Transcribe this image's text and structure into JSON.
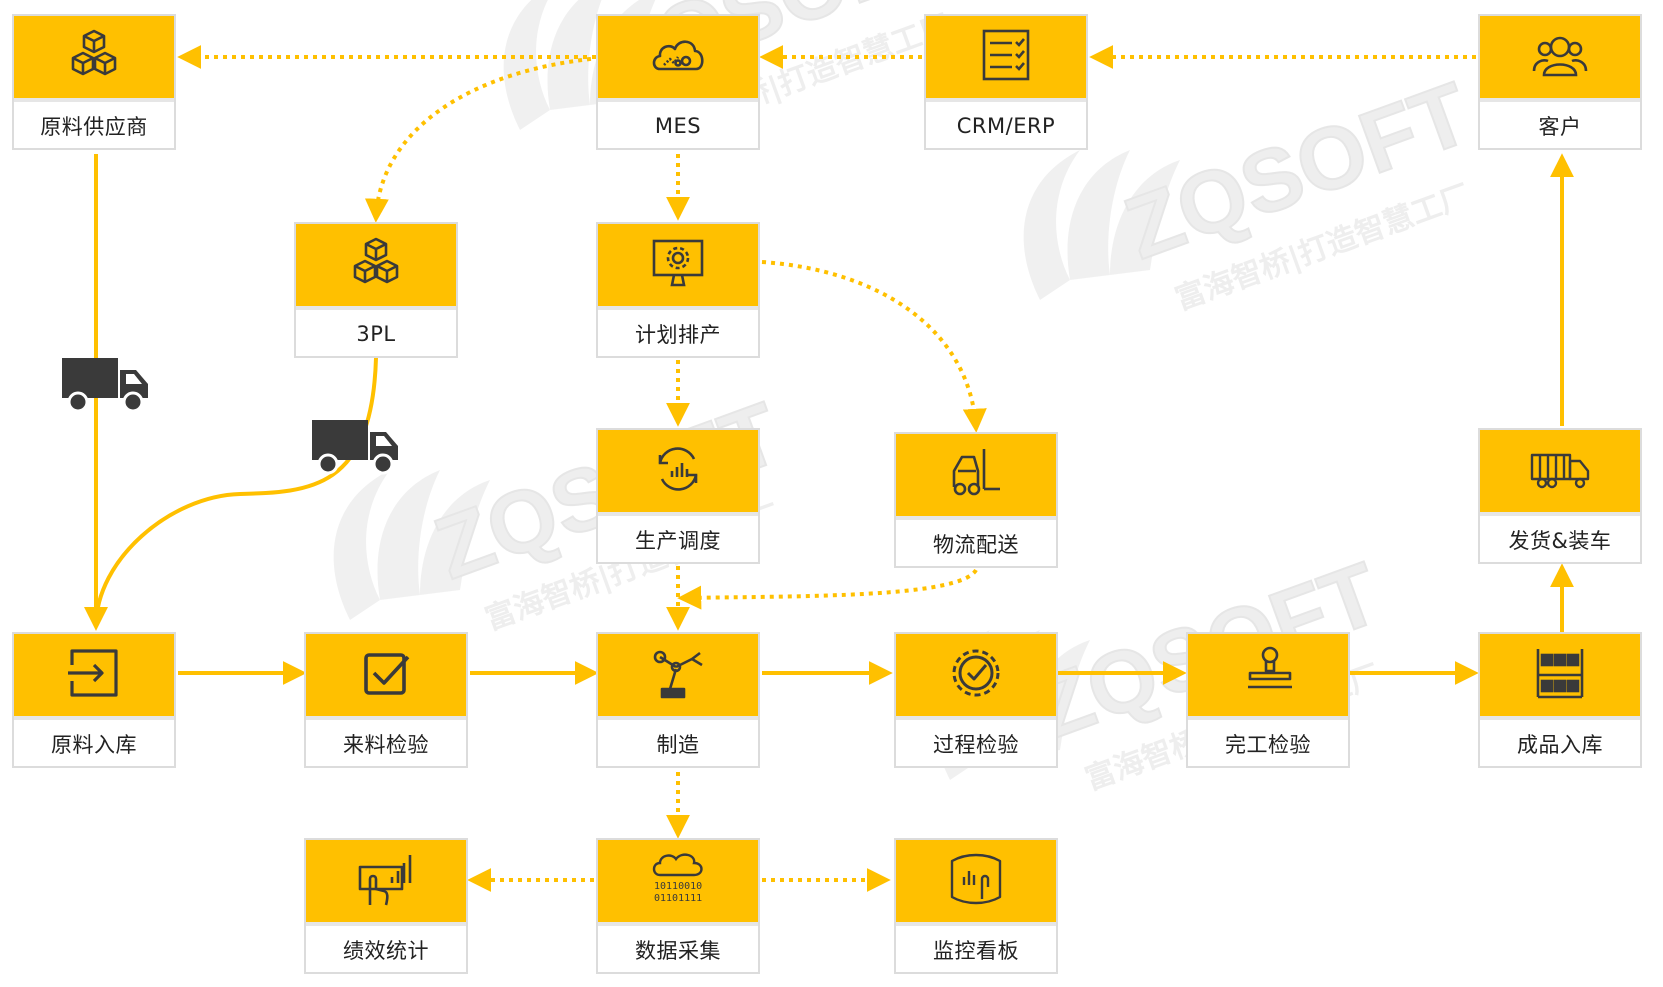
{
  "colors": {
    "accent": "#ffc000",
    "icon": "#3a3a3a",
    "connector": "#ffc000",
    "label_text": "#222222",
    "watermark": "#ececec"
  },
  "watermark": {
    "brand": "ZQSOFT",
    "slogan": "富海智桥|打造智慧工厂"
  },
  "nodes": {
    "supplier": {
      "label": "原料供应商",
      "icon": "cubes-icon"
    },
    "mes": {
      "label": "MES",
      "icon": "cloud-gears-icon"
    },
    "crm_erp": {
      "label": "CRM/ERP",
      "icon": "checklist-icon"
    },
    "customer": {
      "label": "客户",
      "icon": "users-icon"
    },
    "tpl": {
      "label": "3PL",
      "icon": "cubes-icon"
    },
    "planning": {
      "label": "计划排产",
      "icon": "monitor-gear-icon"
    },
    "dispatch": {
      "label": "生产调度",
      "icon": "cycle-chart-icon"
    },
    "logistics": {
      "label": "物流配送",
      "icon": "forklift-icon"
    },
    "shipping": {
      "label": "发货&装车",
      "icon": "truck-icon"
    },
    "raw_in": {
      "label": "原料入库",
      "icon": "sign-in-icon"
    },
    "incoming_qc": {
      "label": "来料检验",
      "icon": "checkbox-icon"
    },
    "manufacture": {
      "label": "制造",
      "icon": "robot-arm-icon"
    },
    "process_qc": {
      "label": "过程检验",
      "icon": "badge-check-icon"
    },
    "final_qc": {
      "label": "完工检验",
      "icon": "stamp-icon"
    },
    "fg_in": {
      "label": "成品入库",
      "icon": "shelf-icon"
    },
    "performance": {
      "label": "绩效统计",
      "icon": "touch-chart-icon"
    },
    "data_collect": {
      "label": "数据采集",
      "icon": "data-cloud-icon"
    },
    "monitor": {
      "label": "监控看板",
      "icon": "dashboard-screen-icon"
    }
  },
  "trucks": [
    {
      "name": "supplier-truck-icon",
      "icon": "truck-icon"
    },
    {
      "name": "tpl-truck-icon",
      "icon": "truck-icon"
    }
  ]
}
